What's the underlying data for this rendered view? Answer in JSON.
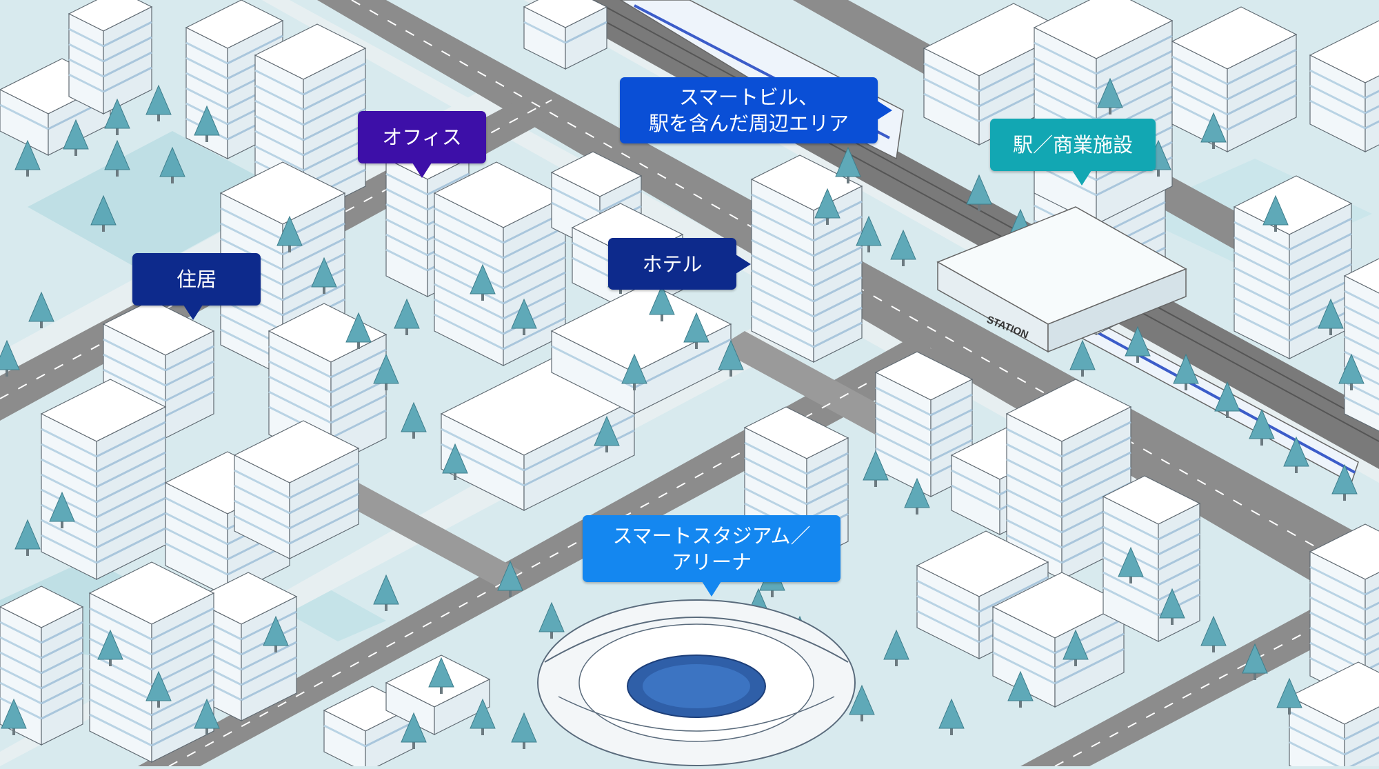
{
  "map": {
    "station_sign": "STATION",
    "labels": {
      "residence": {
        "text": [
          "住居"
        ],
        "color": "#0d2a8c"
      },
      "office": {
        "text": [
          "オフィス"
        ],
        "color": "#3d0fa8"
      },
      "smart_building": {
        "text": [
          "スマートビル、",
          "駅を含んだ周辺エリア"
        ],
        "color": "#0a4fd6"
      },
      "station_commercial": {
        "text": [
          "駅／商業施設"
        ],
        "color": "#12a7b3"
      },
      "hotel": {
        "text": [
          "ホテル"
        ],
        "color": "#0d2a8c"
      },
      "stadium": {
        "text": [
          "スマートスタジアム／",
          "アリーナ"
        ],
        "color": "#1487f0"
      }
    }
  }
}
